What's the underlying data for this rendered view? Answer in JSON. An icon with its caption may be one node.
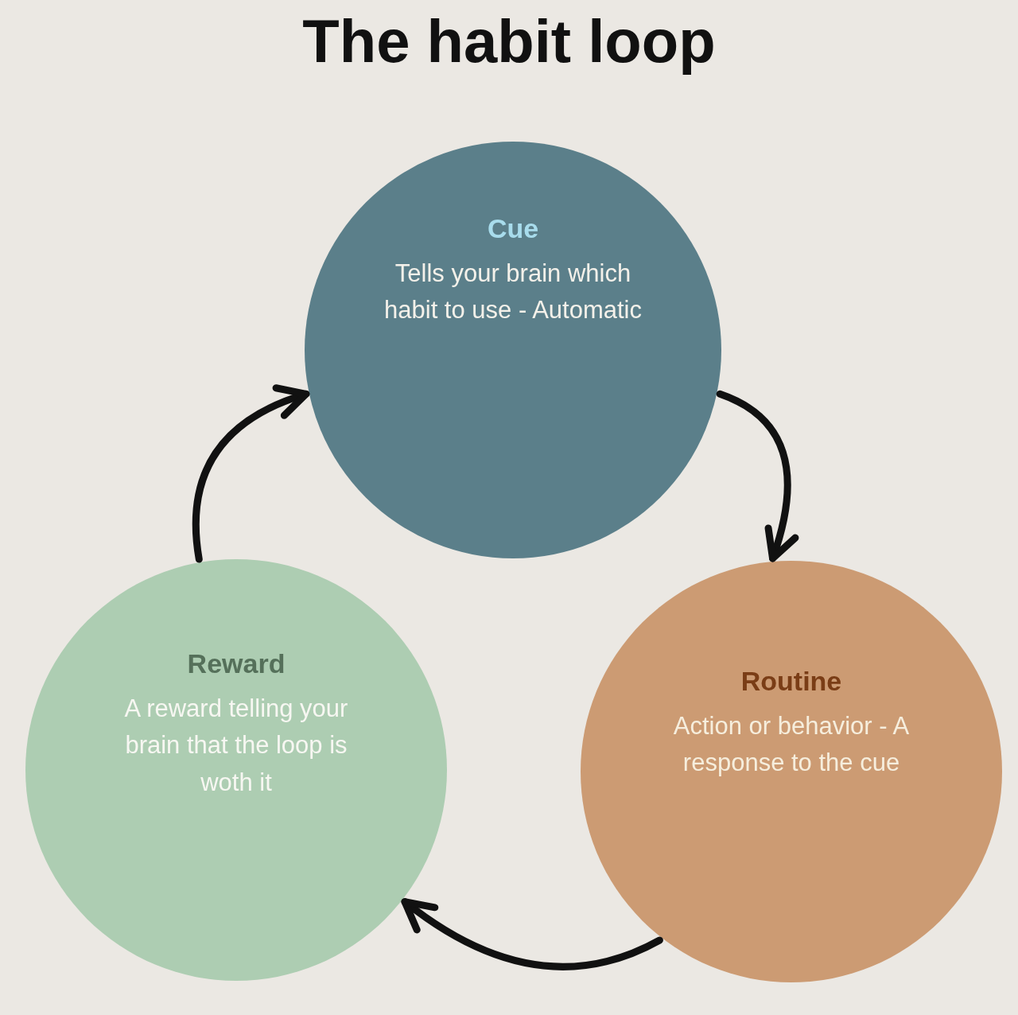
{
  "diagram": {
    "title": "The habit loop",
    "nodes": [
      {
        "text": [
          "Cue",
          "Tells your brain which habit to use - Automatic"
        ]
      },
      {
        "text": [
          "Routine",
          "Action or behavior - A response to the cue"
        ]
      },
      {
        "text": [
          "Reward",
          "A reward telling your brain that the loop is woth it"
        ]
      }
    ],
    "edges": [
      {
        "from": 0,
        "to": 1,
        "arrow": "to"
      },
      {
        "from": 1,
        "to": 2,
        "arrow": "to"
      },
      {
        "from": 2,
        "to": 0,
        "arrow": "to"
      }
    ]
  }
}
